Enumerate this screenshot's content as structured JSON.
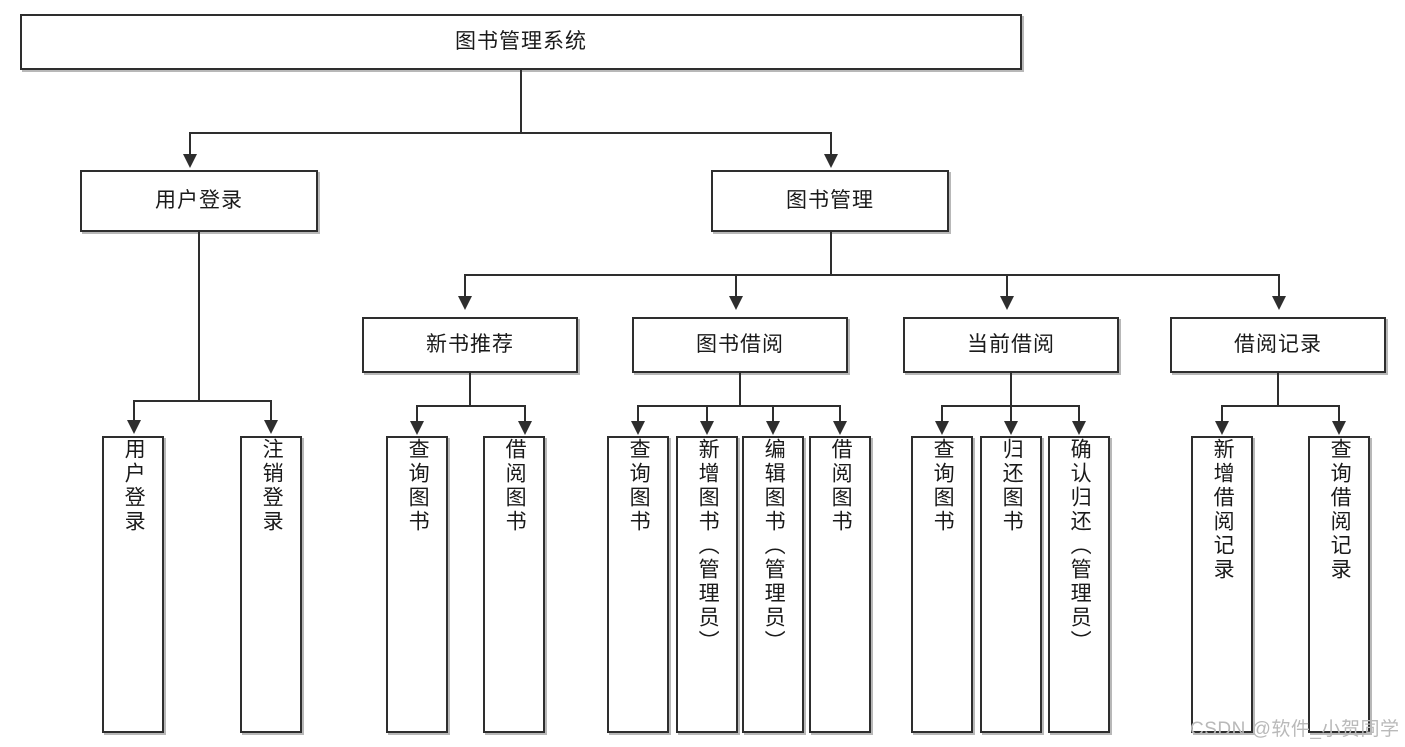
{
  "diagram": {
    "type": "tree",
    "title": "图书管理系统",
    "root": {
      "label": "图书管理系统"
    },
    "level2": [
      {
        "label": "用户登录"
      },
      {
        "label": "图书管理"
      }
    ],
    "level3": [
      {
        "label": "新书推荐"
      },
      {
        "label": "图书借阅"
      },
      {
        "label": "当前借阅"
      },
      {
        "label": "借阅记录"
      }
    ],
    "leaves": {
      "user_login": [
        {
          "label": "用户登录"
        },
        {
          "label": "注销登录"
        }
      ],
      "new_book_recommend": [
        {
          "label": "查询图书"
        },
        {
          "label": "借阅图书"
        }
      ],
      "book_borrow": [
        {
          "label": "查询图书"
        },
        {
          "label": "新增图书（管理员）"
        },
        {
          "label": "编辑图书（管理员）"
        },
        {
          "label": "借阅图书"
        }
      ],
      "current_borrow": [
        {
          "label": "查询图书"
        },
        {
          "label": "归还图书"
        },
        {
          "label": "确认归还（管理员）"
        }
      ],
      "borrow_records": [
        {
          "label": "新增借阅记录"
        },
        {
          "label": "查询借阅记录"
        }
      ]
    }
  },
  "watermark": {
    "text": "CSDN @软件_小贺同学"
  },
  "colors": {
    "border": "#2e2e2e",
    "background": "#ffffff",
    "text": "#1a1a1a",
    "watermark": "#b9b9b9"
  }
}
